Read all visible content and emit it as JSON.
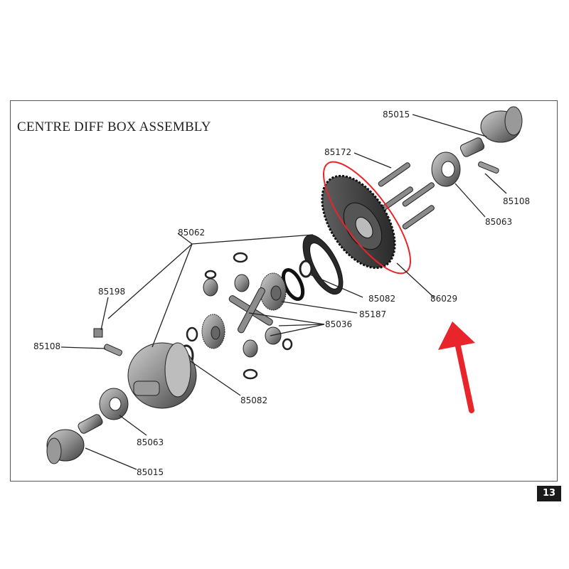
{
  "title": "CENTRE DIFF BOX ASSEMBLY",
  "page_number": "13",
  "part_labels": {
    "p85015_top": "85015",
    "p85172": "85172",
    "p85108_right": "85108",
    "p85063_right": "85063",
    "p85062": "85062",
    "p85198": "85198",
    "p85082_top": "85082",
    "p86029": "86029",
    "p85187": "85187",
    "p85036": "85036",
    "p85108_left": "85108",
    "p85082_bottom": "85082",
    "p85063_left": "85063",
    "p85015_bottom": "85015"
  },
  "annotation_colors": {
    "highlight": "#e8252a",
    "line": "#222222"
  }
}
